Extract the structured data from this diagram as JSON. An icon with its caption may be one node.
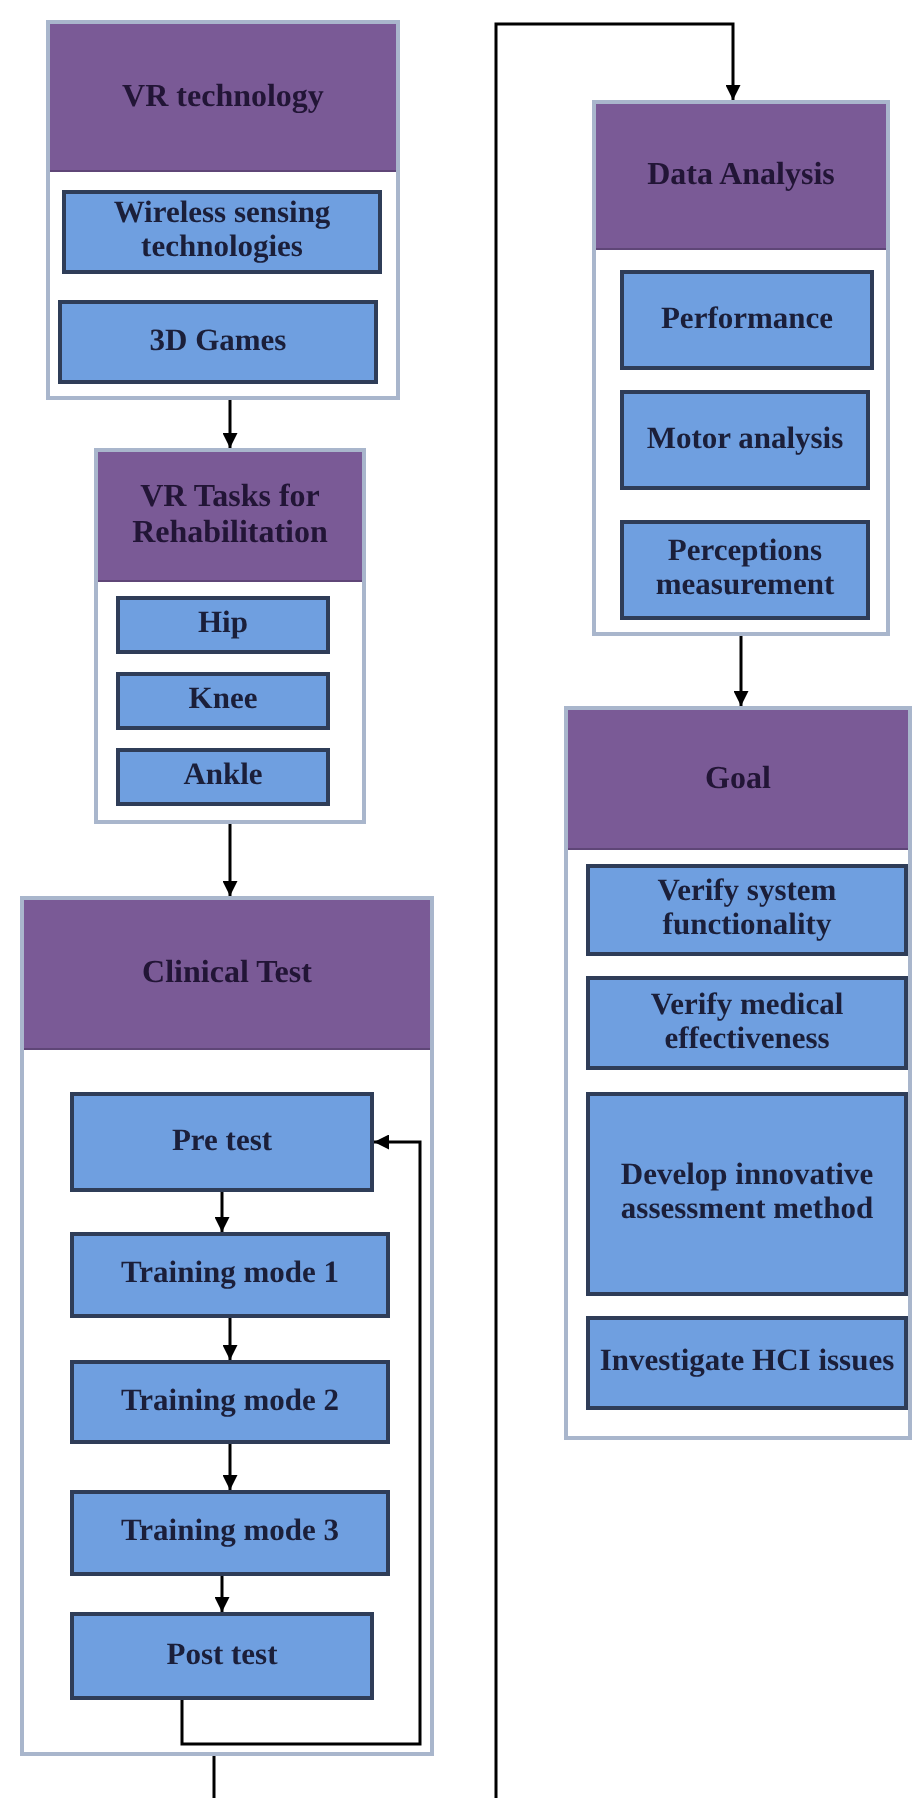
{
  "diagram": {
    "nodes": [
      {
        "text": [
          "VR technology"
        ]
      },
      {
        "text": [
          "Wireless sensing technologies"
        ],
        "in": 0
      },
      {
        "text": [
          "3D Games"
        ],
        "in": 0
      },
      {
        "text": [
          "VR Tasks for Rehabilitation"
        ]
      },
      {
        "text": [
          "Hip"
        ],
        "in": 3
      },
      {
        "text": [
          "Knee"
        ],
        "in": 3
      },
      {
        "text": [
          "Ankle"
        ],
        "in": 3
      },
      {
        "text": [
          "Clinical Test"
        ]
      },
      {
        "text": [
          "Pre test"
        ],
        "in": 7
      },
      {
        "text": [
          "Training mode 1"
        ],
        "in": 7
      },
      {
        "text": [
          "Training mode 2"
        ],
        "in": 7
      },
      {
        "text": [
          "Training mode 3"
        ],
        "in": 7
      },
      {
        "text": [
          "Post test"
        ],
        "in": 7
      },
      {
        "text": [
          "Data Analysis"
        ]
      },
      {
        "text": [
          "Performance"
        ],
        "in": 13
      },
      {
        "text": [
          "Motor analysis"
        ],
        "in": 13
      },
      {
        "text": [
          "Perceptions measurement"
        ],
        "in": 13
      },
      {
        "text": [
          "Goal"
        ]
      },
      {
        "text": [
          "Verify system functionality"
        ],
        "in": 17
      },
      {
        "text": [
          "Verify medical effectiveness"
        ],
        "in": 17
      },
      {
        "text": [
          "Develop innovative assessment method"
        ],
        "in": 17
      },
      {
        "text": [
          "Investigate HCI issues"
        ],
        "in": 17
      }
    ],
    "edges": [
      {
        "from": 0,
        "to": 3,
        "arrow": "to"
      },
      {
        "from": 3,
        "to": 7,
        "arrow": "to"
      },
      {
        "from": 8,
        "to": 9,
        "arrow": "to"
      },
      {
        "from": 9,
        "to": 10,
        "arrow": "to"
      },
      {
        "from": 10,
        "to": 11,
        "arrow": "to"
      },
      {
        "from": 11,
        "to": 12,
        "arrow": "to"
      },
      {
        "from": 12,
        "to": 8,
        "arrow": "to"
      },
      {
        "from": 7,
        "to": null,
        "arrow": "none"
      },
      {
        "from": null,
        "to": 13,
        "arrow": "to"
      },
      {
        "from": 13,
        "to": 17,
        "arrow": "to"
      }
    ]
  }
}
